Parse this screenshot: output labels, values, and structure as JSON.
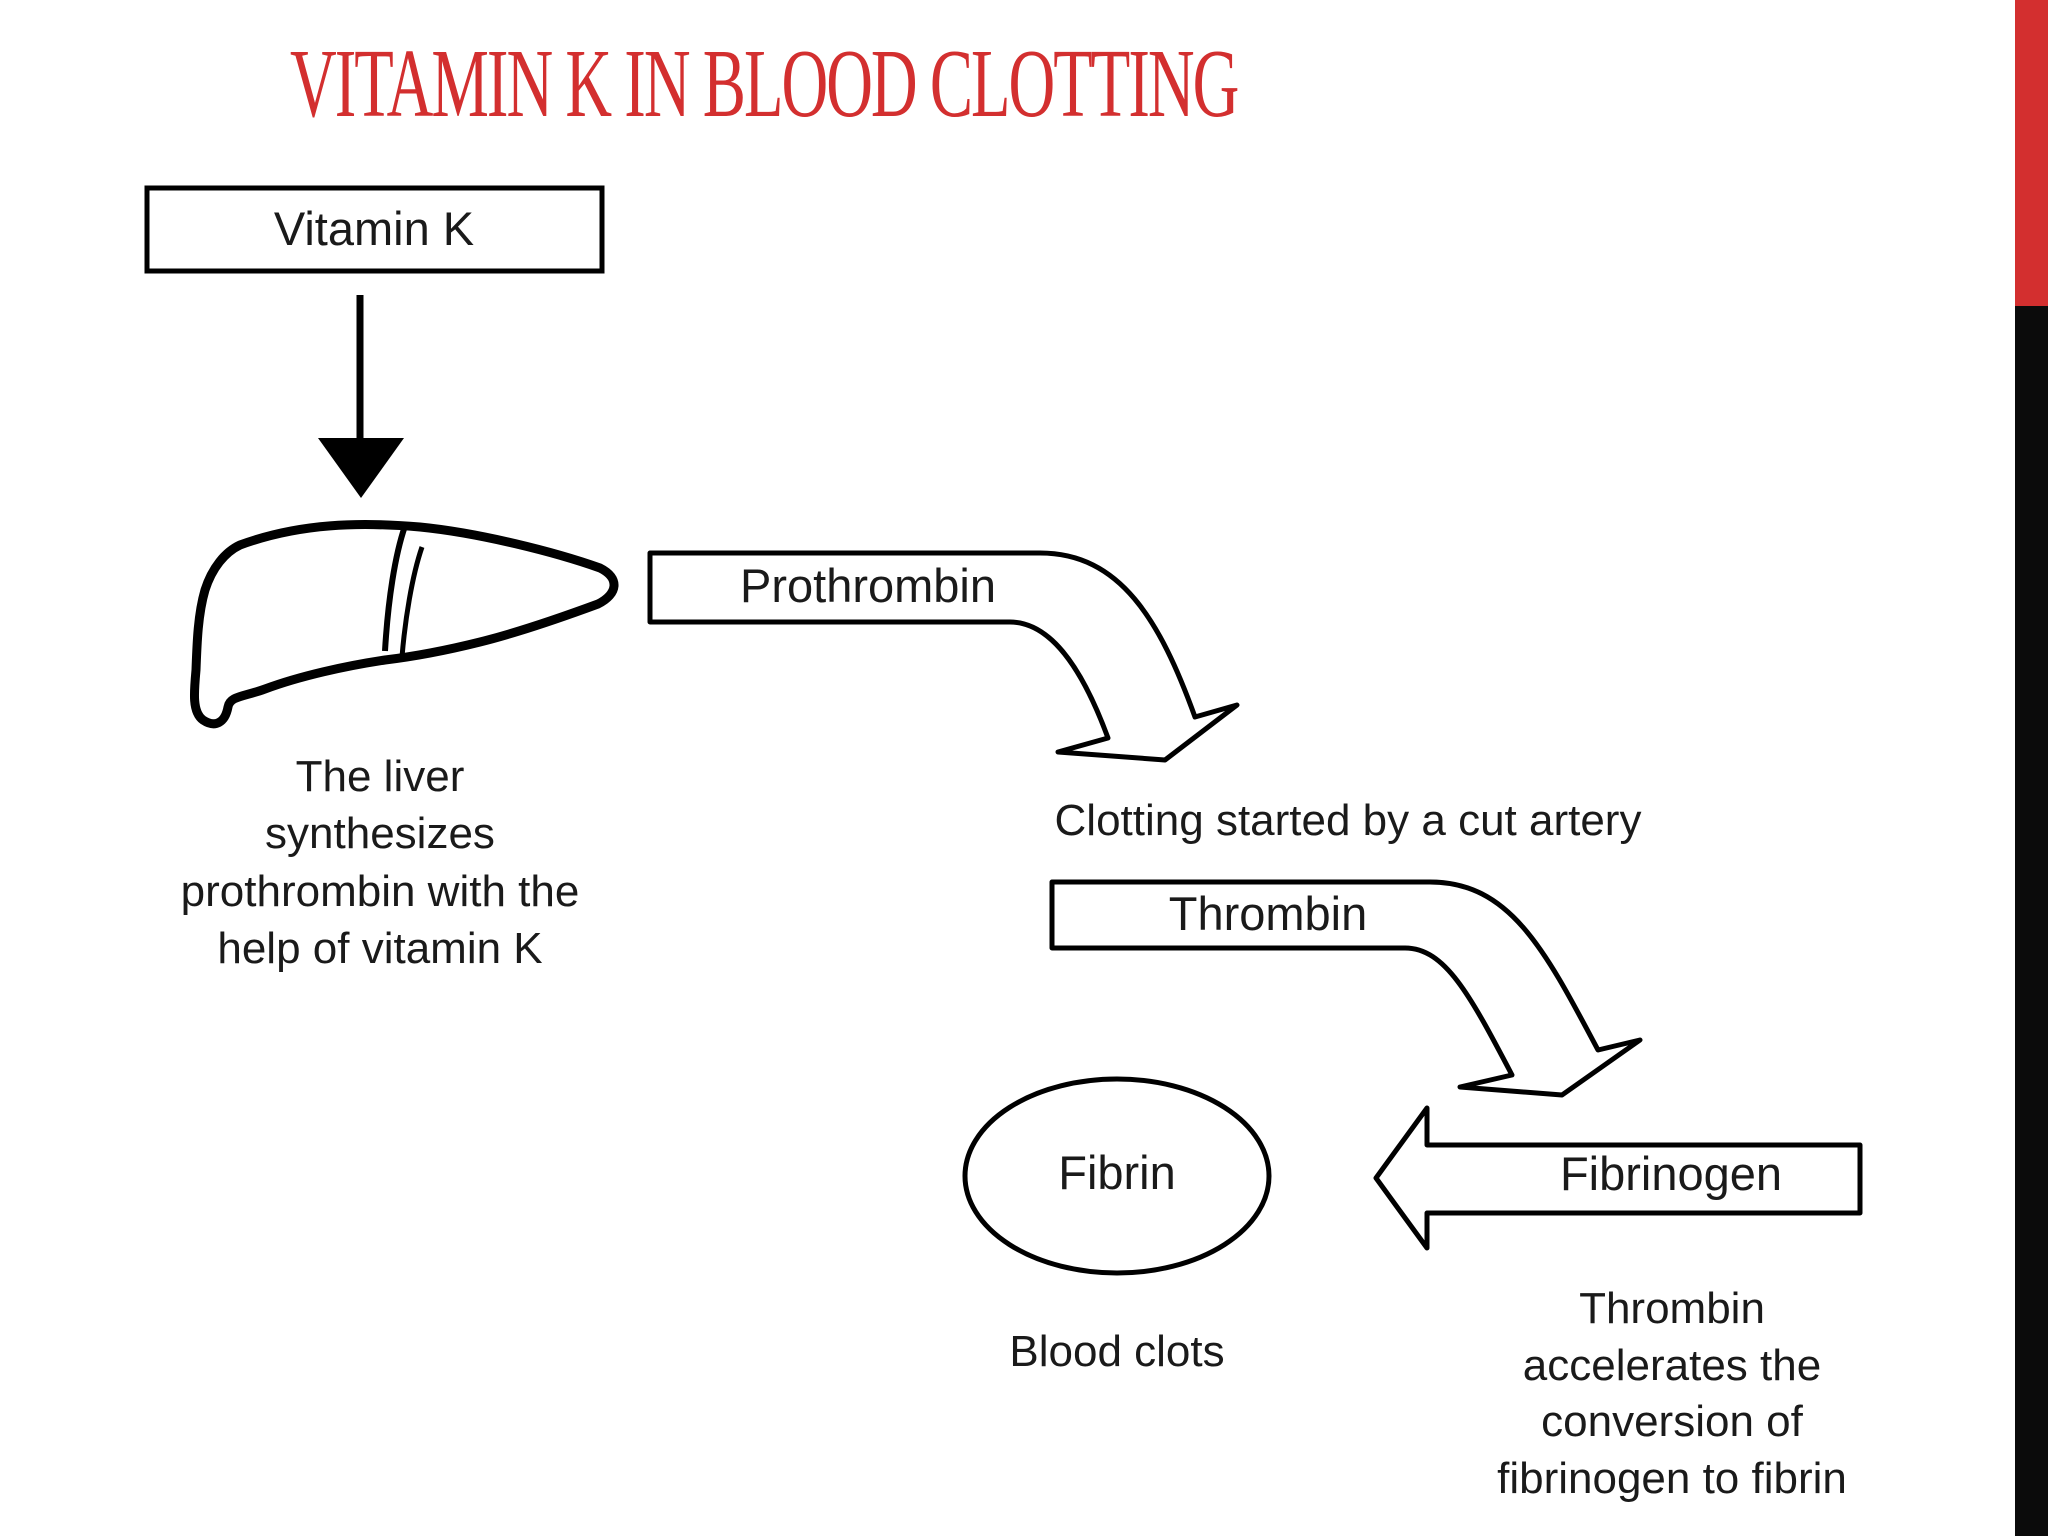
{
  "slide": {
    "title": "VITAMIN K IN BLOOD CLOTTING"
  },
  "diagram": {
    "vitamin_k_box": "Vitamin K",
    "liver_caption": [
      "The liver",
      "synthesizes",
      "prothrombin with the",
      "help of vitamin K"
    ],
    "prothrombin_arrow": "Prothrombin",
    "clotting_caption": "Clotting started by a cut artery",
    "thrombin_arrow": "Thrombin",
    "fibrin_circle": "Fibrin",
    "fibrinogen_arrow": "Fibrinogen",
    "blood_clots_caption": "Blood clots",
    "thrombin_caption": [
      "Thrombin",
      "accelerates the",
      "conversion of",
      "fibrinogen to fibrin"
    ]
  },
  "colors": {
    "accent": "#d32f2f",
    "bar": "#0b0b0b",
    "ink": "#000000"
  },
  "icons": [
    "liver-icon",
    "down-arrow-icon",
    "curved-arrow-icon",
    "left-arrow-icon"
  ]
}
